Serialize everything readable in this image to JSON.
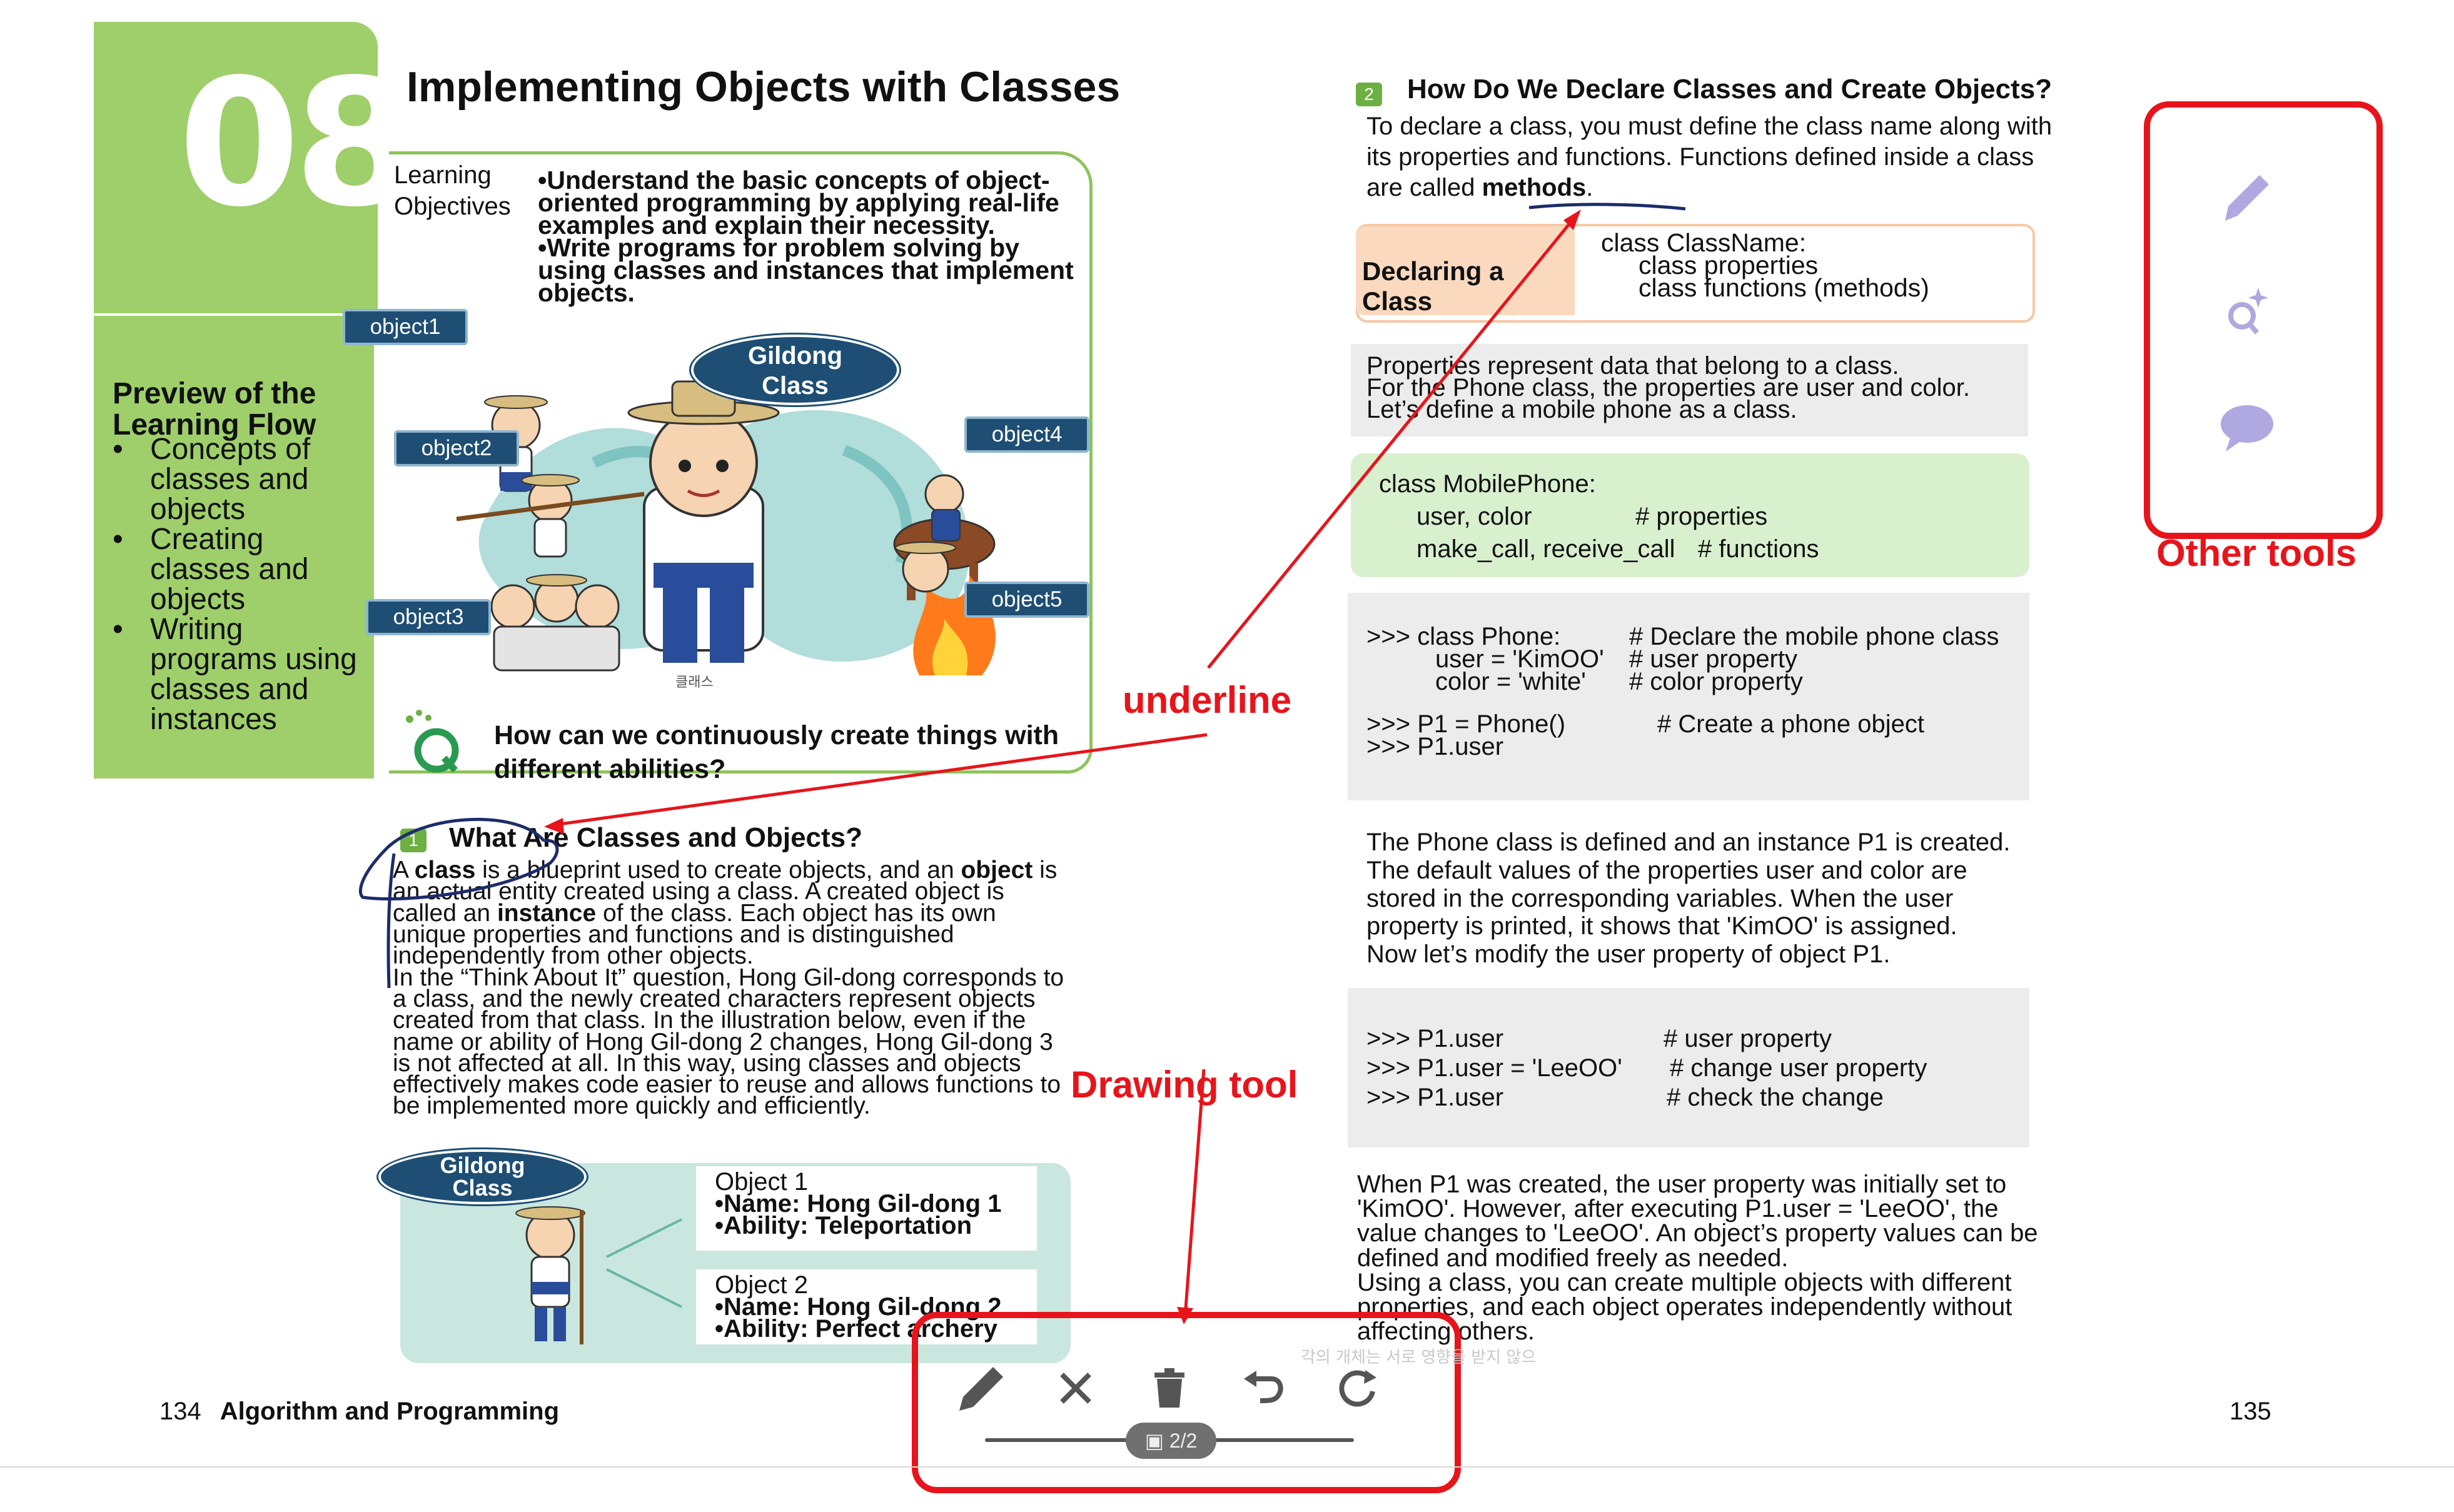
{
  "left_page": {
    "chapter_number": "08",
    "title": "Implementing Objects with Classes",
    "learning_objectives_label": [
      "Learning",
      "Objectives"
    ],
    "learning_objectives_text": "•Understand the basic concepts of object-oriented programming by applying real-life examples and explain their necessity.\n•Write programs for problem solving by using classes and instances that implement objects.",
    "flow_title": "Preview of the Learning Flow",
    "flow_items": [
      "Concepts of classes and objects",
      "Creating classes and objects",
      "Writing programs using classes and instances"
    ],
    "illustration": {
      "class_badge": "Gildong Class",
      "objects": [
        "object1",
        "object2",
        "object3",
        "object4",
        "object5"
      ],
      "caption": "클래스"
    },
    "think_question": "How can we continuously create things with different abilities?",
    "section1": {
      "number": "1",
      "title": "What Are Classes and Objects?",
      "body_html_parts": [
        "A ",
        "class",
        " is a blueprint used to create objects, and an ",
        "object",
        " is an actual entity created using a class. A created object is called an ",
        "instance",
        " of the class. Each object has its own unique properties and functions and is distinguished independently from other objects."
      ],
      "body2": "In the “Think About It” question, Hong Gil-dong corresponds to a class, and the newly created characters represent objects created from that class. In the illustration below, even if the name or ability of Hong Gil-dong 2 changes, Hong Gil-dong 3 is not affected at all. In this way, using classes and objects effectively makes code easier to reuse and allows functions to be implemented more quickly and efficiently."
    },
    "diagram": {
      "class_badge": "Gildong Class",
      "object1": [
        "Object 1",
        "•Name: Hong Gil-dong 1",
        "•Ability: Teleportation"
      ],
      "object2": [
        "Object 2",
        "•Name: Hong Gil-dong 2",
        "•Ability: Perfect archery"
      ]
    },
    "footer_page": "134",
    "footer_title": "Algorithm and Programming"
  },
  "right_page": {
    "section2": {
      "number": "2",
      "title": "How Do We Declare Classes and Create Objects?",
      "body_pre": "To declare a class, you must define the class name along with its properties and functions. Functions defined inside a class are called ",
      "body_bold": "methods",
      "body_post": "."
    },
    "declaring_label": "Declaring a Class",
    "declaring_code": [
      "class ClassName:",
      "    class properties",
      "    class functions (methods)"
    ],
    "properties_text": [
      "Properties represent data that belong to a class.",
      "For the Phone class, the properties are user and color.",
      "Let’s define a mobile phone as a class."
    ],
    "mobile_code": [
      "class MobilePhone:",
      "user, color",
      "# properties",
      "make_call, receive_call",
      "# functions"
    ],
    "phone_code": {
      "l1": ">>> class Phone:",
      "c1": "# Declare the mobile phone class",
      "l2": "user = 'KimOO'",
      "c2": "# user property",
      "l3": "color = 'white'",
      "c3": "# color property",
      "l4": ">>> P1 = Phone()",
      "c4": "# Create a phone object",
      "l5": ">>> P1.user"
    },
    "phone_explain": [
      "The Phone class is defined and an instance P1 is created.",
      "The default values of the properties user and color are",
      "stored in the corresponding variables. When the user",
      "property is printed, it shows that 'KimOO' is assigned.",
      "Now let’s modify the user property of object P1."
    ],
    "modify_code": {
      "l1": ">>> P1.user",
      "c1": "# user property",
      "l2": ">>> P1.user = 'LeeOO'",
      "c2": "# change user property",
      "l3": ">>> P1.user",
      "c3": "# check the change"
    },
    "closing_text": [
      "When P1 was created, the user property was initially set to",
      "'KimOO'. However, after executing P1.user = 'LeeOO', the",
      "value changes to 'LeeOO'. An object’s property values can be",
      "defined and modified freely as needed.",
      "Using a class, you can create multiple objects with different",
      "properties, and each object operates independently without",
      "affecting others."
    ],
    "footer_page": "135"
  },
  "annotations": {
    "underline": "underline",
    "drawing_tool": "Drawing tool",
    "other_tools": "Other tools"
  },
  "drawing_toolbar": {
    "page_indicator": "2/2",
    "faded_text": "각의 개체는 서로 영향을 받지 않으"
  },
  "colors": {
    "green": "#9fcf6a",
    "navy": "#1e4e73",
    "red": "#e8141b",
    "tool_purple": "#b0a8e0"
  }
}
